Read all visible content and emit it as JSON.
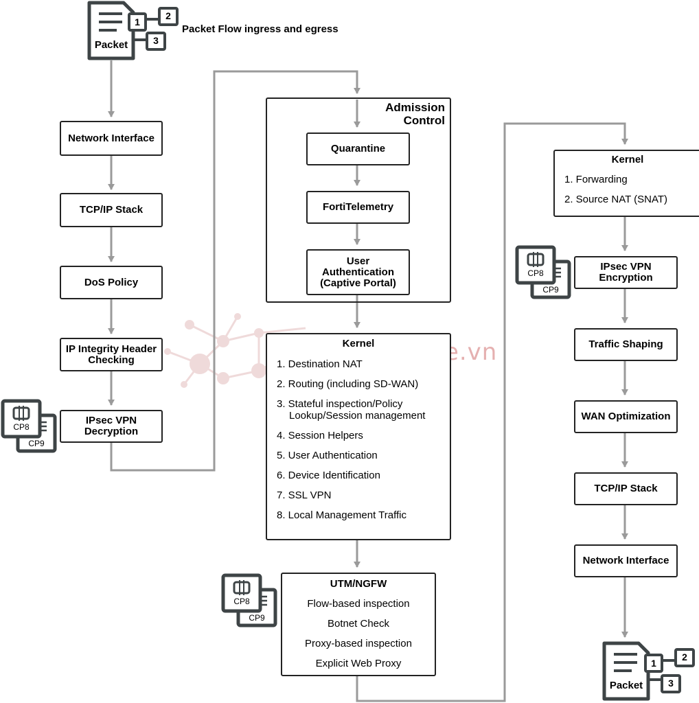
{
  "title": "Packet Flow ingress and egress",
  "watermark": "securityzone.vn",
  "packet_icon": {
    "label": "Packet",
    "badges": [
      "1",
      "2",
      "3"
    ]
  },
  "cp_badge": {
    "front": "CP8",
    "back": "CP9"
  },
  "ingress": [
    "Network Interface",
    "TCP/IP Stack",
    "DoS Policy",
    "IP Integrity Header Checking",
    "IPsec VPN Decryption"
  ],
  "admission_control": {
    "title": "Admission Control",
    "steps": [
      "Quarantine",
      "FortiTelemetry",
      "User Authentication (Captive Portal)"
    ]
  },
  "kernel_center": {
    "title": "Kernel",
    "items": [
      "1. Destination NAT",
      "2. Routing (including SD-WAN)",
      "3. Stateful inspection/Policy",
      "Lookup/Session management",
      "4. Session Helpers",
      "5. User Authentication",
      "6. Device Identification",
      "7. SSL VPN",
      "8. Local Management Traffic"
    ]
  },
  "utm": {
    "title": "UTM/NGFW",
    "items": [
      "Flow-based inspection",
      "Botnet Check",
      "Proxy-based inspection",
      "Explicit Web Proxy"
    ]
  },
  "kernel_right": {
    "title": "Kernel",
    "items": [
      "1. Forwarding",
      "2. Source NAT (SNAT)"
    ]
  },
  "egress": [
    "IPsec VPN Encryption",
    "Traffic Shaping",
    "WAN Optimization",
    "TCP/IP Stack",
    "Network Interface"
  ],
  "colors": {
    "connector": "#9a9a9a",
    "border": "#222222",
    "icon": "#3e4446",
    "watermark": "#e5b0b0"
  }
}
